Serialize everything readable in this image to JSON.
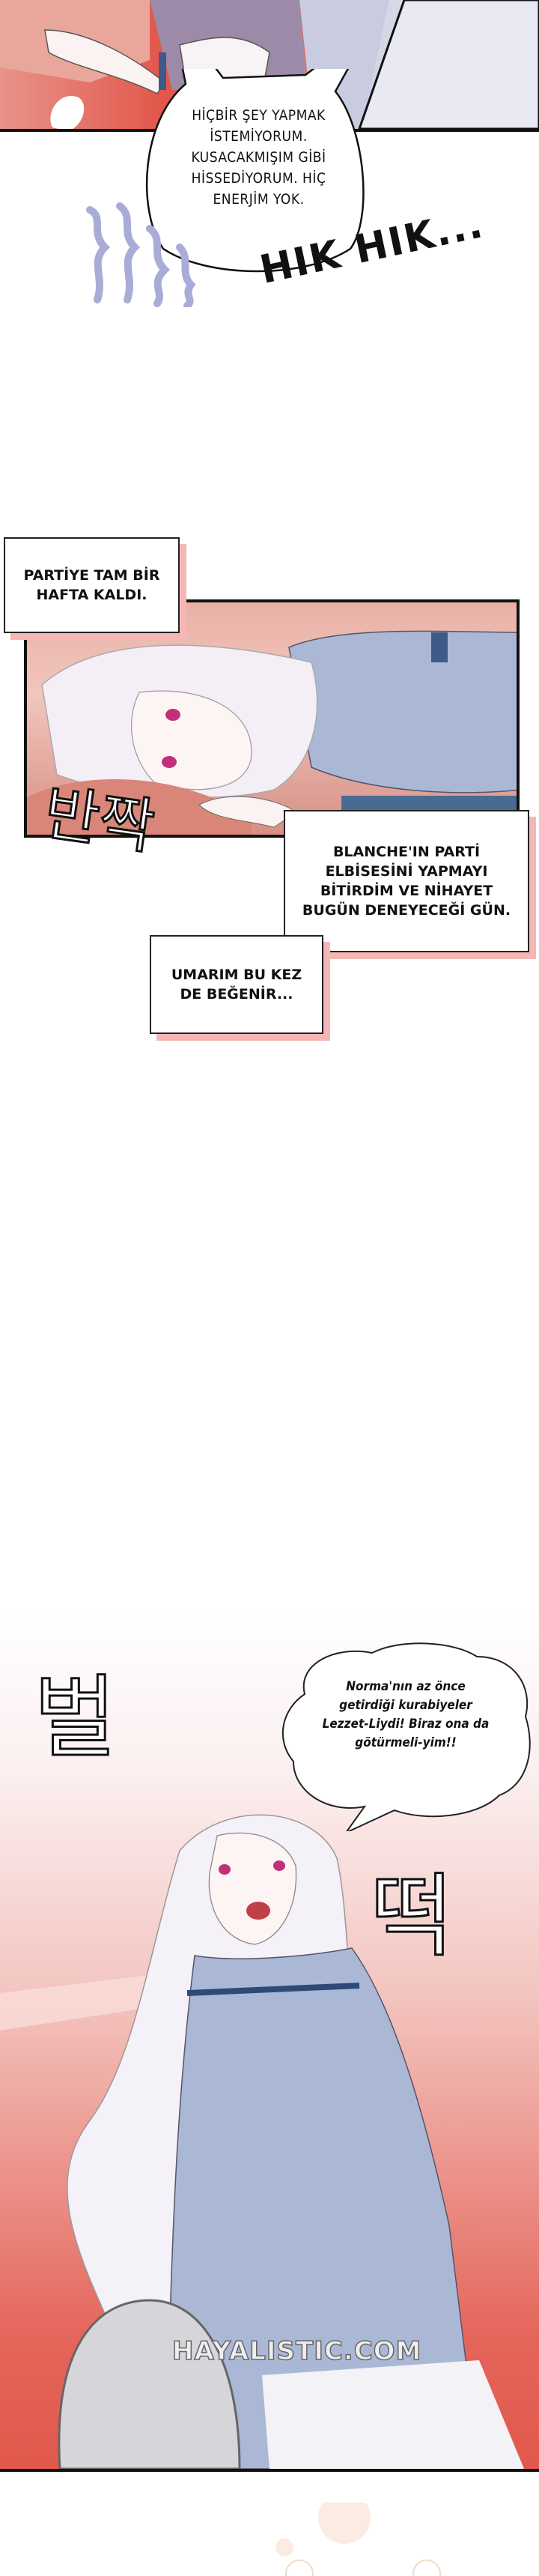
{
  "panel_top": {
    "speech_bubble": "HİÇBİR ŞEY YAPMAK İSTEMİYORUM. KUSACAKMIŞIM GİBİ HİSSEDİYORUM. HİÇ ENERJİM YOK.",
    "sfx": "HIK HIK..."
  },
  "panel_middle": {
    "caption_1": "PARTİYE TAM BİR HAFTA KALDI.",
    "sfx_korean": "반짝",
    "caption_2": "BLANCHE'IN PARTİ ELBİSESİNİ YAPMAYI BİTİRDİM VE NİHAYET BUGÜN DENEYECEĞİ GÜN.",
    "caption_3": "UMARIM BU KEZ DE BEĞENİR..."
  },
  "panel_bottom": {
    "sfx_korean_1": "벌",
    "sfx_korean_2": "떡",
    "speech_bubble": "Norma'nın az önce getirdiği kurabiyeler Lezzet-Liydi! Biraz ona da götürmeli-yim!!",
    "watermark": "HAYALISTIC.COM"
  },
  "colors": {
    "red": "#e2574b",
    "pink_shadow": "#f4b7b5",
    "dress_blue": "#aab8d6"
  }
}
